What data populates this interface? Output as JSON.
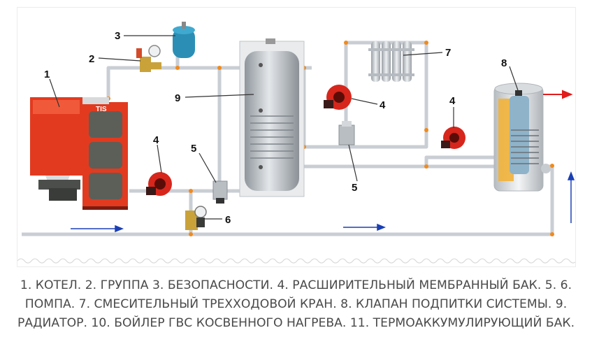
{
  "diagram": {
    "labels": [
      {
        "id": "boiler",
        "text": "1"
      },
      {
        "id": "safety-group",
        "text": "2"
      },
      {
        "id": "expansion-tank",
        "text": "3"
      },
      {
        "id": "pump-left",
        "text": "4"
      },
      {
        "id": "pump-mid",
        "text": "4"
      },
      {
        "id": "pump-right",
        "text": "4"
      },
      {
        "id": "valve-left",
        "text": "5"
      },
      {
        "id": "valve-mid",
        "text": "5"
      },
      {
        "id": "makeup-valve",
        "text": "6"
      },
      {
        "id": "radiator",
        "text": "7"
      },
      {
        "id": "dhw-boiler",
        "text": "8"
      },
      {
        "id": "buffer-tank",
        "text": "9"
      }
    ],
    "boiler_brand": "TIS"
  },
  "caption": {
    "lines": [
      "1. КОТЕЛ. 2. ГРУППА 3. БЕЗОПАСНОСТИ. 4. РАСШИРИТЕЛЬНЫЙ МЕМБРАННЫЙ БАК. 5. 6.",
      "ПОМПА. 7. СМЕСИТЕЛЬНЫЙ ТРЕХХОДОВОЙ КРАН. 8. КЛАПАН ПОДПИТКИ СИСТЕМЫ. 9.",
      "РАДИАТОР. 10. БОЙЛЕР ГВС КОСВЕННОГО НАГРЕВА. 11. ТЕРМОАККУМУЛИРУЮЩИЙ БАК."
    ]
  },
  "colors": {
    "pipe": "#c9ced4",
    "joint": "#f08a1c",
    "boiler_red": "#e23a1f",
    "boiler_grey": "#5b5f58",
    "pump_red": "#d7261c",
    "tank_blue": "#2b8fb5",
    "flow_arrow": "#1a3fb5",
    "hot_arrow": "#e21b1b",
    "caption_text": "#4a4a4a"
  }
}
